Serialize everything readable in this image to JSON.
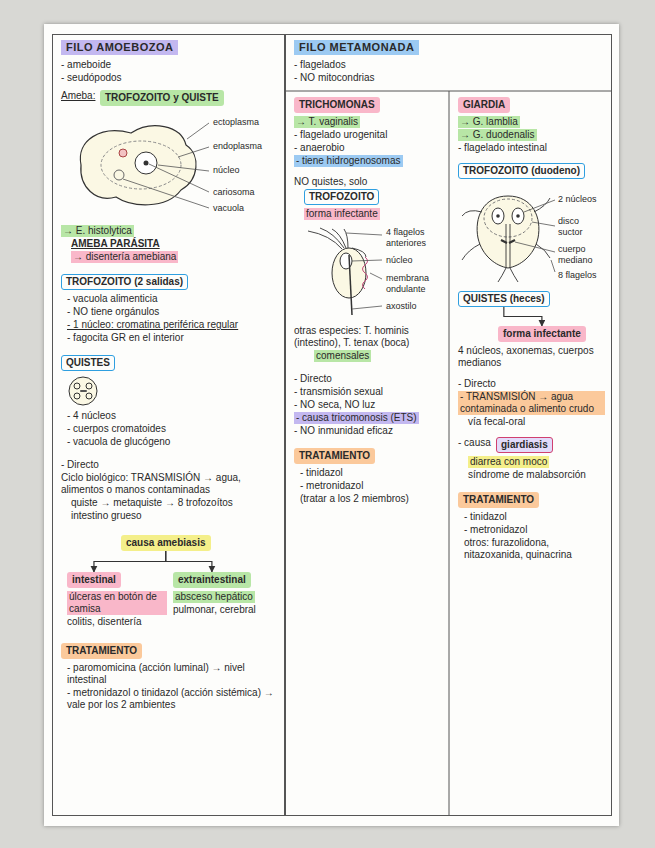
{
  "diagram": {
    "nodes": [
      {
        "text": [
          "FILO AMOEBOZOA"
        ]
      },
      {
        "text": [
          "TROFOZOITO y QUISTE"
        ],
        "in": 0
      },
      {
        "text": [
          "TROFOZOITO (2 salidas)"
        ],
        "in": 0
      },
      {
        "text": [
          "QUISTES"
        ],
        "in": 0
      },
      {
        "text": [
          "causa amebiasis"
        ],
        "in": 0
      },
      {
        "text": [
          "intestinal"
        ],
        "in": 0
      },
      {
        "text": [
          "extraintestinal"
        ],
        "in": 0
      },
      {
        "text": [
          "TRATAMIENTO"
        ],
        "in": 0
      },
      {
        "text": [
          "FILO METAMONADA"
        ]
      },
      {
        "text": [
          "GIARDIA"
        ],
        "in": 8
      },
      {
        "text": [
          "TROFOZOITO (duodeno)"
        ],
        "in": 8
      },
      {
        "text": [
          "QUISTES (heces)"
        ],
        "in": 8
      },
      {
        "text": [
          "forma infectante"
        ],
        "in": 8
      },
      {
        "text": [
          "giardiasis"
        ],
        "in": 8
      },
      {
        "text": [
          "TRATAMIENTO"
        ],
        "in": 8
      },
      {
        "text": [
          "TRICHOMONAS"
        ],
        "in": 8
      },
      {
        "text": [
          "TROFOZOITO"
        ],
        "in": 8
      },
      {
        "text": [
          "TRATAMIENTO"
        ],
        "in": 8
      }
    ],
    "edges": [
      {
        "from": 4,
        "to": 5,
        "arrow": "to"
      },
      {
        "from": 4,
        "to": 6,
        "arrow": "to"
      },
      {
        "from": 11,
        "to": 12,
        "arrow": "to"
      }
    ],
    "labels": [
      "- ameboide",
      "- seudópodos",
      "Ameba:",
      "ectoplasma",
      "endoplasma",
      "núcleo",
      "cariosoma",
      "vacuola",
      "→ E. histolytica",
      "AMEBA PARÁSITA",
      "→ disentería amebiana",
      "- vacuola alimenticia",
      "- NO tiene orgánulos",
      "- 1 núcleo: cromatina periférica regular",
      "- fagocita GR en el interior",
      "- 4 núcleos",
      "- cuerpos cromatoides",
      "- vacuola de glucógeno",
      "- Directo",
      "Ciclo biológico: TRANSMISIÓN → agua, alimentos o manos contaminadas",
      "quiste → metaquiste → 8 trofozoítos",
      "intestino grueso",
      "úlceras en botón de camisa",
      "colitis, disentería",
      "absceso hepático",
      "pulmonar, cerebral",
      "- paromomicina (acción luminal) → nivel intestinal",
      "- metronidazol o tinidazol (acción sistémica) → vale por los 2 ambientes",
      "- flagelados",
      "- NO mitocondrias",
      "→ G. lamblia",
      "→ G. duodenalis",
      "- flagelado intestinal",
      "2 núcleos",
      "disco suctor",
      "cuerpo mediano",
      "8 flagelos",
      "4 núcleos, axonemas, cuerpos medianos",
      "- Directo",
      "- TRANSMISIÓN → agua contaminada o alimento crudo",
      "vía fecal-oral",
      "- causa",
      "diarrea con moco",
      "síndrome de malabsorción",
      "- tinidazol",
      "- metronidazol",
      "otros: furazolidona, nitazoxanida, quinacrina",
      "→ T. vaginalis",
      "- flagelado urogenital",
      "- anaerobio",
      "- tiene hidrogenosomas",
      "NO quistes, solo",
      "forma infectante",
      "4 flagelos anteriores",
      "núcleo",
      "axostilo",
      "membrana ondulante",
      "otras especies: T. hominis (intestino), T. tenax (boca)",
      "comensales",
      "- Directo",
      "- transmisión sexual",
      "- NO seca, NO luz",
      "- causa tricomonosis (ETS)",
      "- NO inmunidad eficaz",
      "- tinidazol",
      "- metronidazol",
      "(tratar a los 2 miembros)"
    ]
  }
}
